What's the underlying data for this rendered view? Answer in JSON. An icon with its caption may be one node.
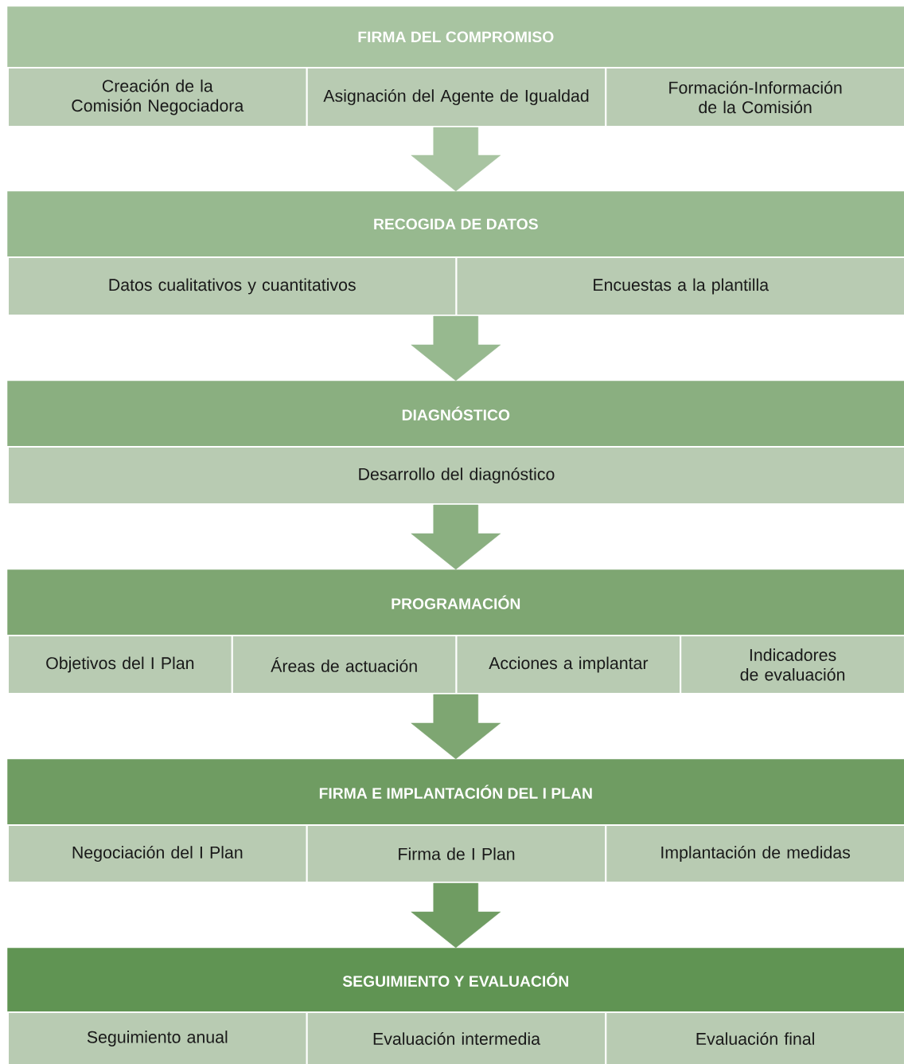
{
  "diagram": {
    "nodes": [
      {
        "text": [
          "FIRMA DEL COMPROMISO"
        ]
      },
      {
        "text": [
          "Creación de la Comisión Negociadora"
        ]
      },
      {
        "text": [
          "Asignación del Agente de Igualdad"
        ]
      },
      {
        "text": [
          "Formación-Información de la Comisión"
        ]
      },
      {
        "text": [
          "RECOGIDA DE DATOS"
        ]
      },
      {
        "text": [
          "Datos cualitativos y cuantitativos"
        ]
      },
      {
        "text": [
          "Encuestas a la plantilla"
        ]
      },
      {
        "text": [
          "DIAGNÓSTICO"
        ]
      },
      {
        "text": [
          "Desarrollo del diagnóstico"
        ]
      },
      {
        "text": [
          "PROGRAMACIÓN"
        ]
      },
      {
        "text": [
          "Objetivos del I Plan"
        ]
      },
      {
        "text": [
          "Áreas de actuación"
        ]
      },
      {
        "text": [
          "Acciones a implantar"
        ]
      },
      {
        "text": [
          "Indicadores de evaluación"
        ]
      },
      {
        "text": [
          "FIRMA E IMPLANTACIÓN DEL I PLAN"
        ]
      },
      {
        "text": [
          "Negociación del I Plan"
        ]
      },
      {
        "text": [
          "Firma de I Plan"
        ]
      },
      {
        "text": [
          "Implantación de medidas"
        ]
      },
      {
        "text": [
          "SEGUIMIENTO Y EVALUACIÓN"
        ]
      },
      {
        "text": [
          "Seguimiento anual"
        ]
      },
      {
        "text": [
          "Evaluación intermedia"
        ]
      },
      {
        "text": [
          "Evaluación final"
        ]
      }
    ],
    "edges": [
      {
        "from": 2,
        "to": 4,
        "arrow": "to",
        "color": "#a8c4a1"
      },
      {
        "from": 5,
        "to": 7,
        "arrow": "to",
        "color": "#97b98f"
      },
      {
        "from": 8,
        "to": 9,
        "arrow": "to",
        "color": "#8aaf80"
      },
      {
        "from": 11,
        "to": 14,
        "arrow": "to",
        "color": "#7ea672"
      },
      {
        "from": 16,
        "to": 18,
        "arrow": "to",
        "color": "#6f9c62"
      }
    ]
  }
}
